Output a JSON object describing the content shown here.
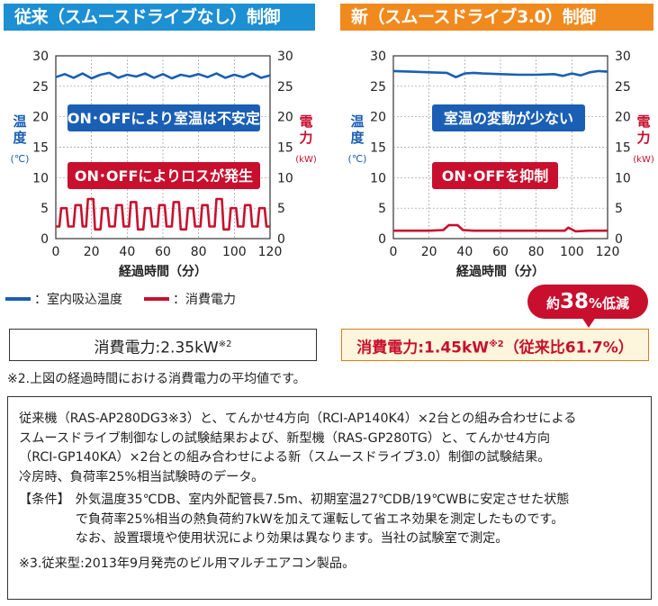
{
  "left_panel": {
    "header": "従来（スムースドライブなし）制御",
    "callout_top": "ON･OFFにより室温は不安定",
    "callout_bottom": "ON･OFFによりロスが発生"
  },
  "right_panel": {
    "header": "新（スムースドライブ3.0）制御",
    "callout_top": "室温の変動が少ない",
    "callout_bottom": "ON･OFFを抑制"
  },
  "axis": {
    "y_left_label": "温度",
    "y_left_unit": "(℃)",
    "y_right_label": "電力",
    "y_right_unit": "(kW)",
    "x_label": "経過時間（分）",
    "y_left_ticks": [
      "0",
      "5",
      "10",
      "15",
      "20",
      "25",
      "30"
    ],
    "y_right_ticks": [
      "0",
      "5",
      "10",
      "15",
      "20",
      "25",
      "30"
    ],
    "x_ticks": [
      "0",
      "20",
      "40",
      "60",
      "80",
      "100",
      "120"
    ]
  },
  "legend": {
    "temp": "：室内吸込温度",
    "power": "：消費電力"
  },
  "colors": {
    "temp": "#1a5fb4",
    "power": "#c8102e",
    "left_header": "#1d8fd3",
    "right_header": "#f08a1e"
  },
  "results": {
    "left_prefix": "消費電力:2.35kW",
    "left_sup": "※2",
    "right_prefix": "消費電力:1.45kW",
    "right_sup": "※2",
    "right_suffix": "（従来比61.7%）"
  },
  "badge": {
    "pre": "約",
    "big": "38",
    "post": "%低減"
  },
  "note2": "※2.上図の経過時間における消費電力の平均値です。",
  "info": {
    "line1": "従来機（RAS-AP280DG3※3）と、てんかせ4方向（RCI-AP140K4）×2台との組み合わせによる",
    "line2": "スムースドライブ制御なしの試験結果および、新型機（RAS-GP280TG）と、てんかせ4方向",
    "line3": "（RCI-GP140KA）×2台との組み合わせによる新（スムースドライブ3.0）制御の試験結果。",
    "line4": "冷房時、負荷率25%相当試験時のデータ。",
    "cond_tag": "【条件】",
    "cond1": "外気温度35℃DB、室内外配管長7.5m、初期室温27℃DB/19℃WBに安定させた状態",
    "cond2": "で負荷率25%相当の熱負荷約7kWを加えて運転して省エネ効果を測定したものです。",
    "cond3": "なお、設置環境や使用状況により効果は異なります。当社の試験室で測定。",
    "note3": "※3.従来型:2013年9月発売のビル用マルチエアコン製品。"
  },
  "chart_data": [
    {
      "type": "line",
      "title": "従来（スムースドライブなし）制御",
      "xlabel": "経過時間（分）",
      "ylabel": "温度(℃)",
      "y2label": "電力(kW)",
      "xlim": [
        0,
        120
      ],
      "ylim": [
        0,
        30
      ],
      "y2lim": [
        0,
        30
      ],
      "grid": true,
      "series": [
        {
          "name": "室内吸込温度",
          "axis": "left",
          "x": [
            0,
            5,
            10,
            15,
            20,
            25,
            30,
            35,
            40,
            45,
            50,
            55,
            60,
            65,
            70,
            75,
            80,
            85,
            90,
            95,
            100,
            105,
            110,
            115,
            120
          ],
          "y": [
            26.5,
            27.0,
            26.4,
            27.1,
            26.3,
            26.9,
            27.2,
            26.4,
            26.9,
            26.6,
            27.1,
            26.4,
            27.0,
            26.3,
            26.9,
            26.6,
            27.0,
            26.5,
            27.1,
            26.4,
            26.9,
            26.5,
            27.1,
            26.4,
            26.8
          ]
        },
        {
          "name": "消費電力",
          "axis": "right",
          "x": [
            0,
            2,
            3,
            6,
            7,
            10,
            11,
            14,
            15,
            17,
            18,
            21,
            22,
            25,
            26,
            29,
            30,
            33,
            34,
            37,
            38,
            41,
            42,
            45,
            46,
            49,
            50,
            53,
            54,
            57,
            58,
            61,
            62,
            65,
            66,
            69,
            70,
            73,
            74,
            77,
            78,
            81,
            82,
            85,
            86,
            89,
            90,
            93,
            94,
            97,
            98,
            101,
            102,
            105,
            106,
            109,
            110,
            113,
            114,
            117,
            118,
            120
          ],
          "y": [
            2.0,
            2.0,
            5.0,
            5.0,
            2.0,
            2.0,
            5.5,
            5.5,
            2.0,
            2.0,
            6.5,
            6.5,
            1.5,
            1.5,
            5.0,
            5.0,
            2.0,
            2.0,
            5.5,
            5.5,
            2.0,
            2.0,
            6.0,
            6.0,
            1.5,
            1.5,
            5.0,
            5.0,
            2.0,
            2.0,
            5.5,
            5.5,
            2.0,
            2.0,
            6.0,
            6.0,
            1.5,
            1.5,
            5.0,
            5.0,
            2.0,
            2.0,
            5.5,
            5.5,
            2.0,
            2.0,
            6.5,
            6.5,
            1.5,
            1.5,
            5.0,
            5.0,
            2.0,
            2.0,
            5.5,
            5.5,
            2.0,
            2.0,
            5.0,
            5.0,
            2.0,
            2.0
          ]
        }
      ]
    },
    {
      "type": "line",
      "title": "新（スムースドライブ3.0）制御",
      "xlabel": "経過時間（分）",
      "ylabel": "温度(℃)",
      "y2label": "電力(kW)",
      "xlim": [
        0,
        120
      ],
      "ylim": [
        0,
        30
      ],
      "y2lim": [
        0,
        30
      ],
      "grid": true,
      "series": [
        {
          "name": "室内吸込温度",
          "axis": "left",
          "x": [
            0,
            10,
            20,
            30,
            35,
            40,
            45,
            50,
            60,
            70,
            80,
            90,
            95,
            100,
            105,
            110,
            115,
            120
          ],
          "y": [
            27.5,
            27.4,
            27.3,
            27.2,
            26.5,
            27.1,
            27.2,
            27.1,
            27.0,
            26.9,
            26.9,
            27.0,
            26.7,
            27.1,
            26.8,
            27.3,
            27.5,
            27.4
          ]
        },
        {
          "name": "消費電力",
          "axis": "right",
          "x": [
            0,
            10,
            20,
            28,
            31,
            36,
            39,
            45,
            60,
            75,
            90,
            96,
            98,
            102,
            110,
            120
          ],
          "y": [
            1.3,
            1.3,
            1.3,
            1.4,
            2.2,
            2.2,
            1.4,
            1.3,
            1.3,
            1.3,
            1.3,
            1.3,
            1.8,
            1.2,
            1.3,
            1.3
          ]
        }
      ]
    }
  ]
}
